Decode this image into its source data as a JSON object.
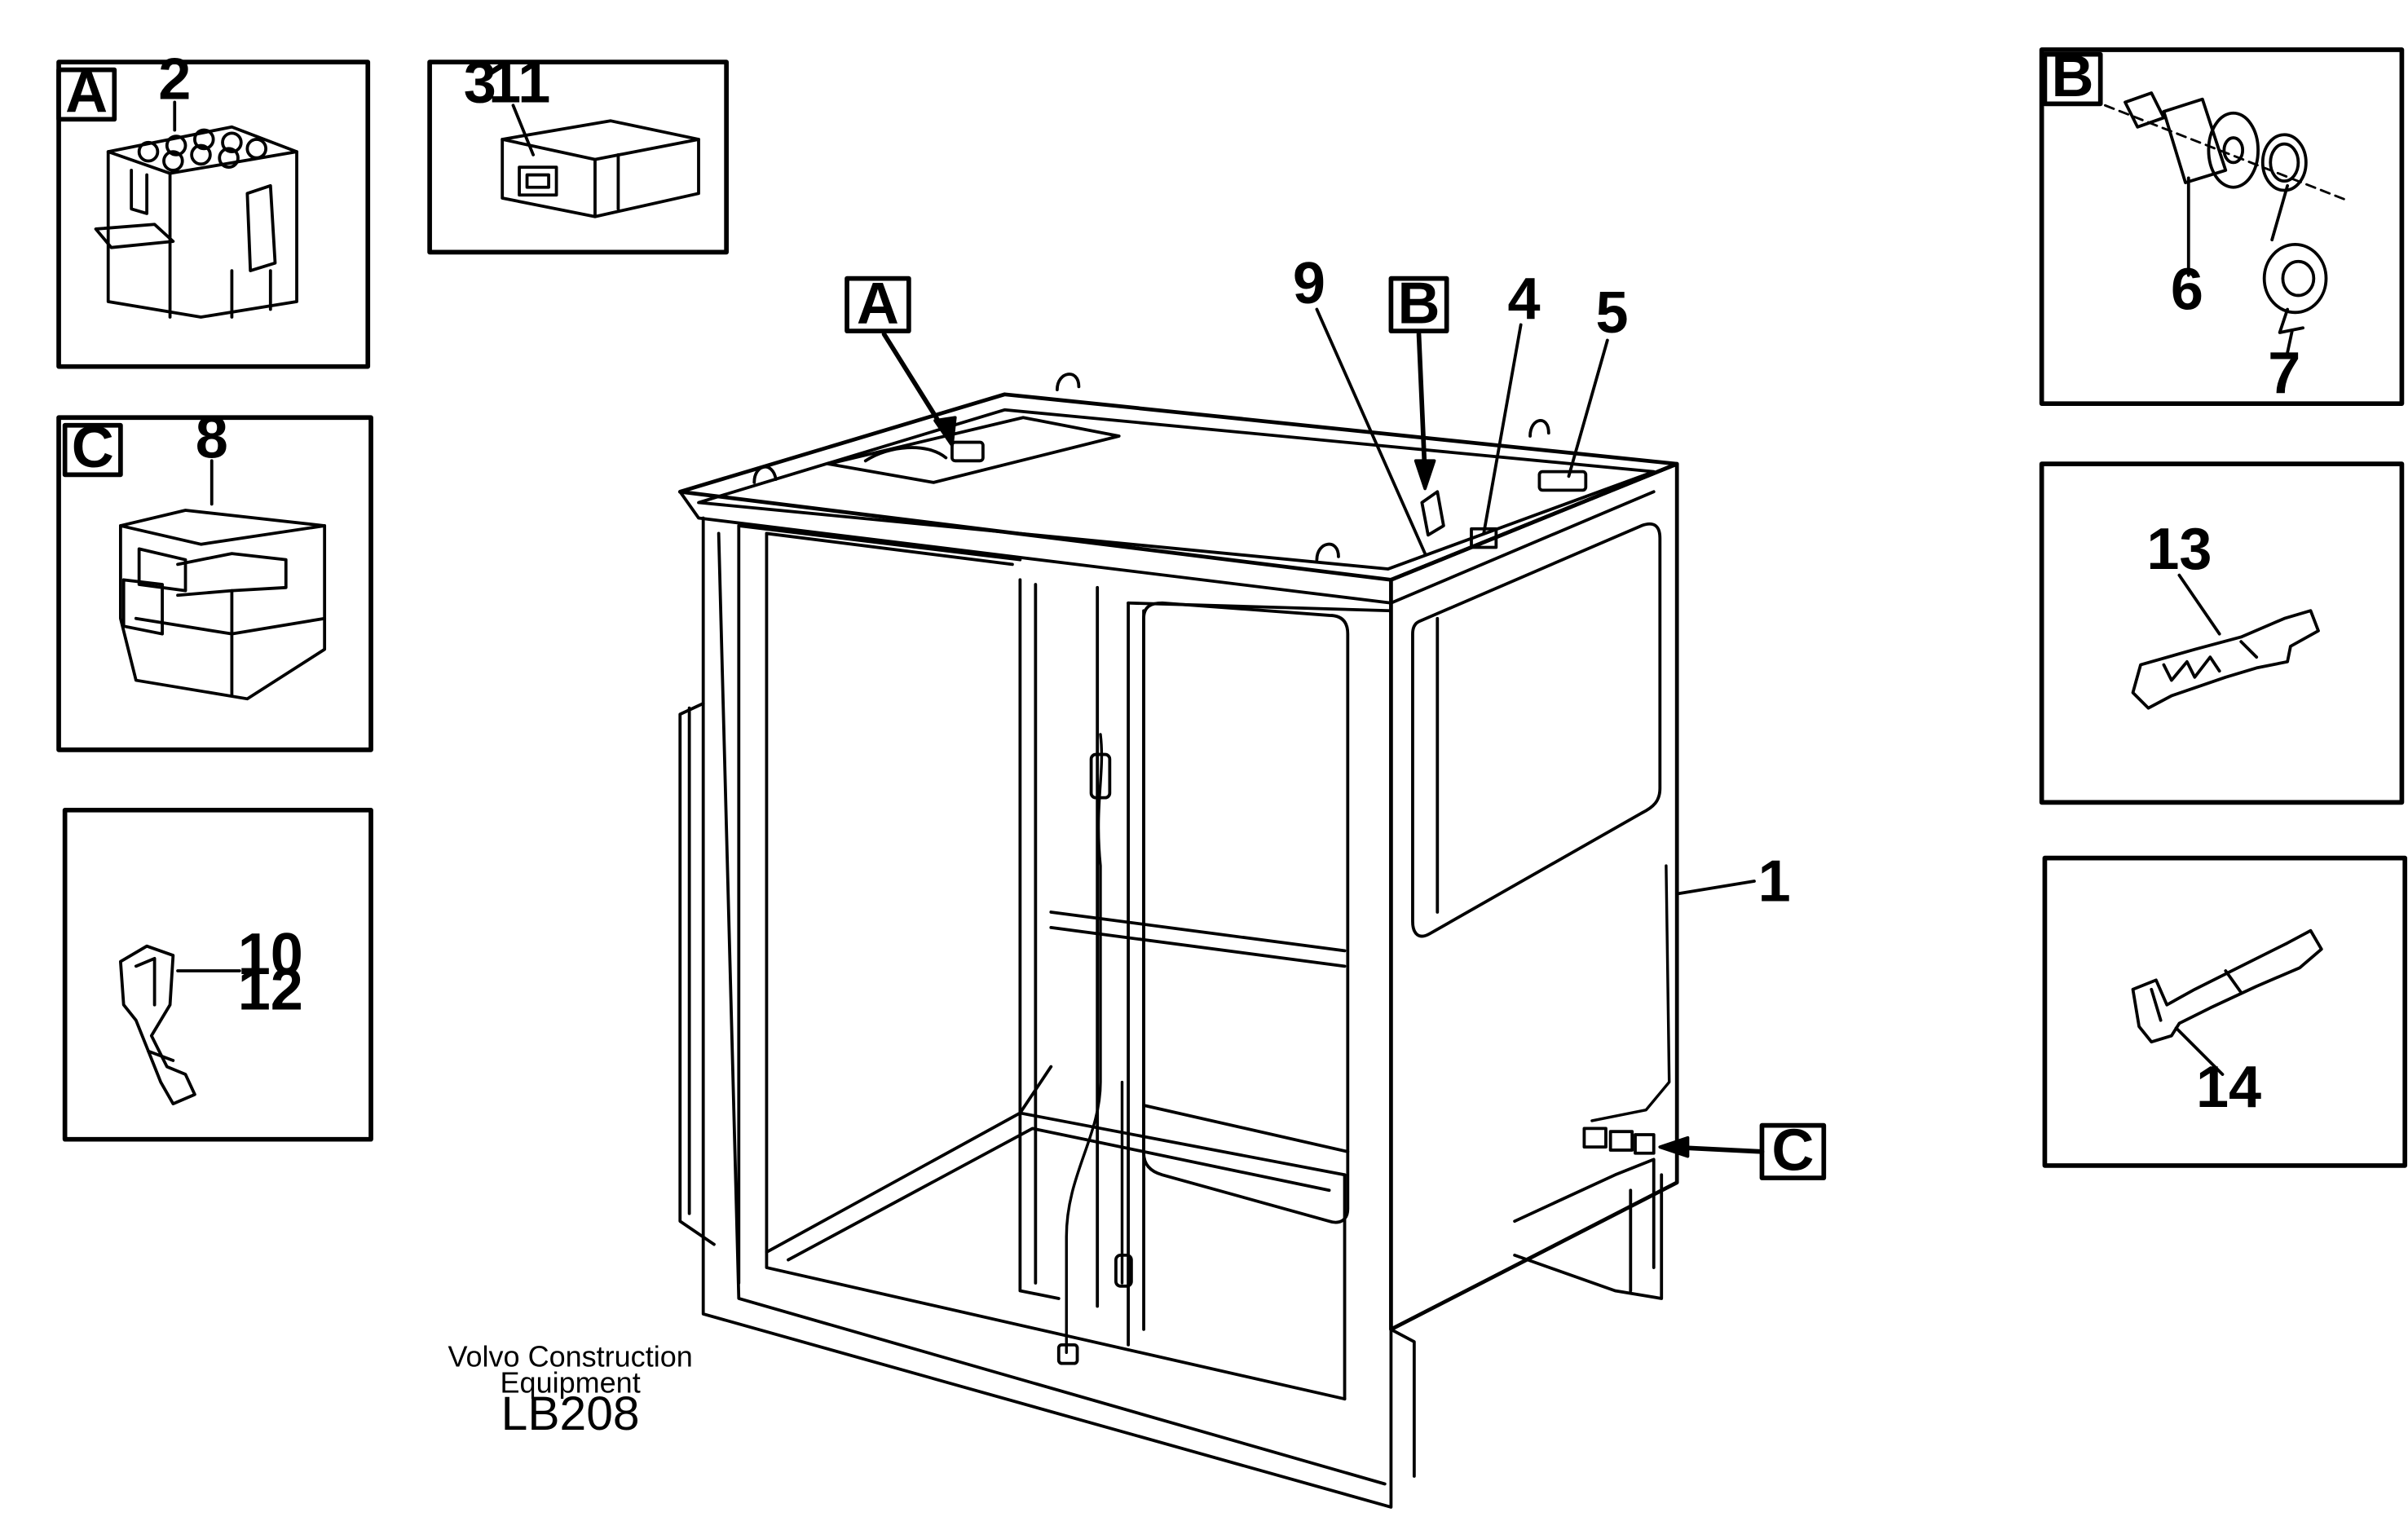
{
  "diagram": {
    "callouts": {
      "cab": "1",
      "connector_a": "2",
      "part_3": "3",
      "part_11": "11",
      "part_9": "9",
      "part_4": "4",
      "part_5": "5",
      "part_6": "6",
      "part_7": "7",
      "part_8": "8",
      "part_10": "10",
      "part_12": "12",
      "part_13": "13",
      "part_14": "14"
    },
    "detail_tags": {
      "a": "A",
      "b": "B",
      "c": "C"
    },
    "footer": {
      "publisher_line1": "Volvo Construction",
      "publisher_line2": "Equipment",
      "code": "LB208"
    }
  }
}
